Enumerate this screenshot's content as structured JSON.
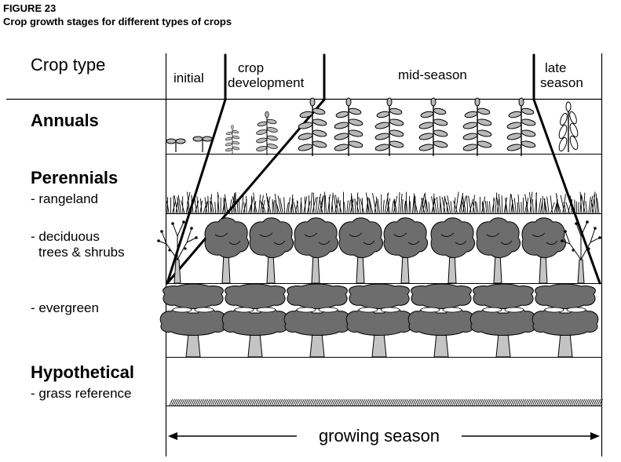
{
  "figure": {
    "number": "FIGURE 23",
    "title": "Crop growth stages for different types of crops"
  },
  "header": {
    "crop_type_label": "Crop type",
    "stages": {
      "initial": "initial",
      "crop_dev_line1": "crop",
      "crop_dev_line2": "development",
      "mid": "mid-season",
      "late_line1": "late",
      "late_line2": "season"
    }
  },
  "rows": {
    "annuals": "Annuals",
    "perennials": "Perennials",
    "rangeland": "- rangeland",
    "deciduous_line1": "- deciduous",
    "deciduous_line2": "trees & shrubs",
    "evergreen": "- evergreen",
    "hypothetical": "Hypothetical",
    "grass": "- grass reference"
  },
  "footer": {
    "growing_season": "growing season"
  },
  "colors": {
    "canopy": "#6d6d6d",
    "trunk": "#c4c4c4",
    "leaf": "#b9b9b9",
    "line": "#000000"
  }
}
